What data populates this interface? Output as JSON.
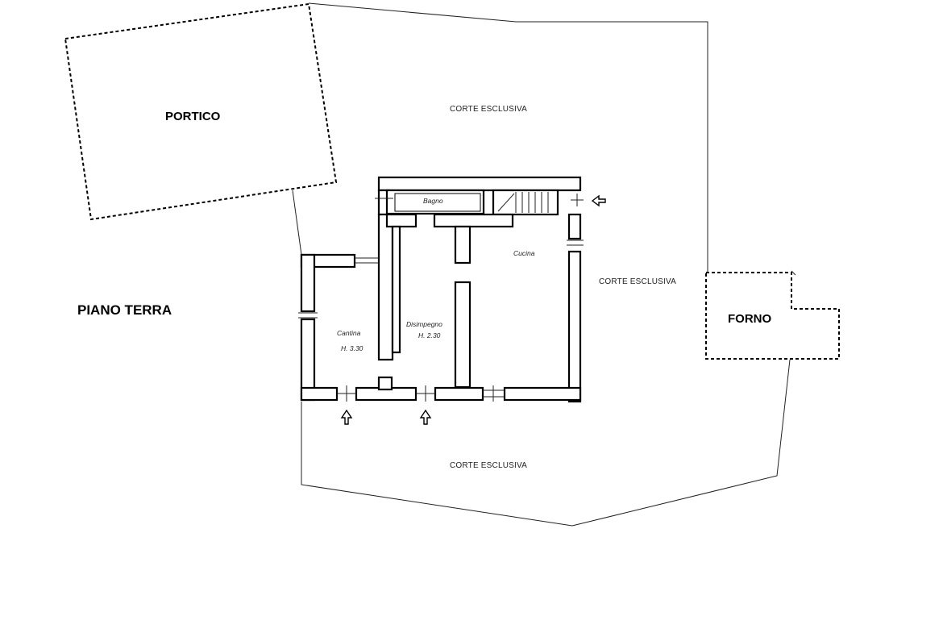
{
  "title": "PIANO TERRA",
  "areas": {
    "portico": "PORTICO",
    "forno": "FORNO",
    "corte_top": "CORTE ESCLUSIVA",
    "corte_right": "CORTE ESCLUSIVA",
    "corte_bottom": "CORTE ESCLUSIVA"
  },
  "rooms": {
    "bagno": "Bagno",
    "cucina": "Cucina",
    "cantina": "Cantina",
    "cantina_height": "H. 3.30",
    "disimpegno": "Disimpegno",
    "disimpegno_height": "H. 2.30"
  },
  "colors": {
    "line": "#000000",
    "background": "#ffffff"
  }
}
